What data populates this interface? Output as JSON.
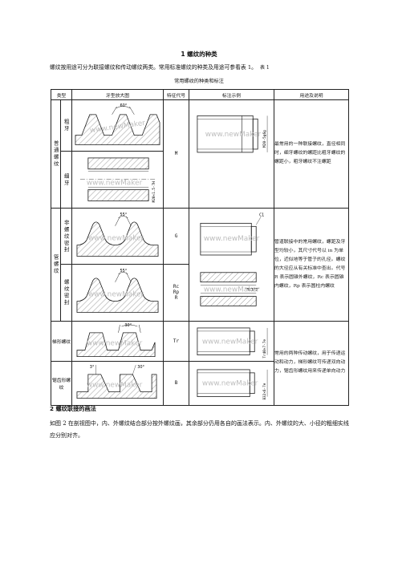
{
  "section1_title": "1  螺纹的种类",
  "intro_text": "螺纹按用途可分为联接螺纹和传动螺纹两类。常用标准螺纹的种类及用途可参看表 1。",
  "table_ref": "表 1",
  "table_caption": "常用螺纹的种类和标注",
  "headers": [
    "类型",
    "牙型放大图",
    "特征代号",
    "标注示例",
    "用途及说明"
  ],
  "groups": {
    "ordinary": "普通螺纹",
    "pipe": "管螺纹",
    "trapezoid": "梯形螺纹",
    "buttress": "锯齿形螺纹"
  },
  "subtypes": {
    "coarse": "粗牙",
    "fine": "细牙",
    "non_seal": "非螺纹密封",
    "seal": "螺纹密封"
  },
  "codes": {
    "ordinary": "M",
    "pipe_non_seal": "G",
    "pipe_seal": [
      "Rc",
      "Rp",
      "R"
    ],
    "trapezoid": "Tr",
    "buttress": "B"
  },
  "annotations": {
    "coarse": "M20-5g6g",
    "fine": "M20×1.5-7H",
    "non_seal_chamfer": "C1",
    "non_seal": "G1A",
    "seal": "Rc1/2",
    "trapezoid": "Tr40×7-7e",
    "buttress": "B32×6-7e",
    "angle_60": "60°",
    "angle_55": "55°",
    "angle_30": "30°",
    "angle_3": "3°"
  },
  "usage": {
    "ordinary": "最常用的一种联接螺纹，直径相同时，细牙螺纹的螺距比粗牙螺纹的螺距小，粗牙螺纹不注螺距",
    "pipe": "管道联接中的常用螺纹，螺距及牙型均较小，其尺寸代号以 in 为单位，近似地等于管子的孔径。螺纹的大径应从有关标准中查出。代号 R 表示圆锥外螺纹，Rc 表示圆锥内螺纹，Rp 表示圆柱内螺纹",
    "transmission": "常用的两种传动螺纹，用于传递运动和动力，梯形螺纹可传递双向动力，锯齿形螺纹用来传递单向动力"
  },
  "section2_title": "2  螺纹联接的画法",
  "section2_text": "如图 2 在剖视图中，内、外螺纹结合部分按外螺纹画，其余部分仍用各自的画法表示。内、外螺纹的大、小径的粗细实线应分别对齐。",
  "colors": {
    "line": "#1a1a1a",
    "hatch": "#333333",
    "watermark": "#9a9a9a"
  }
}
